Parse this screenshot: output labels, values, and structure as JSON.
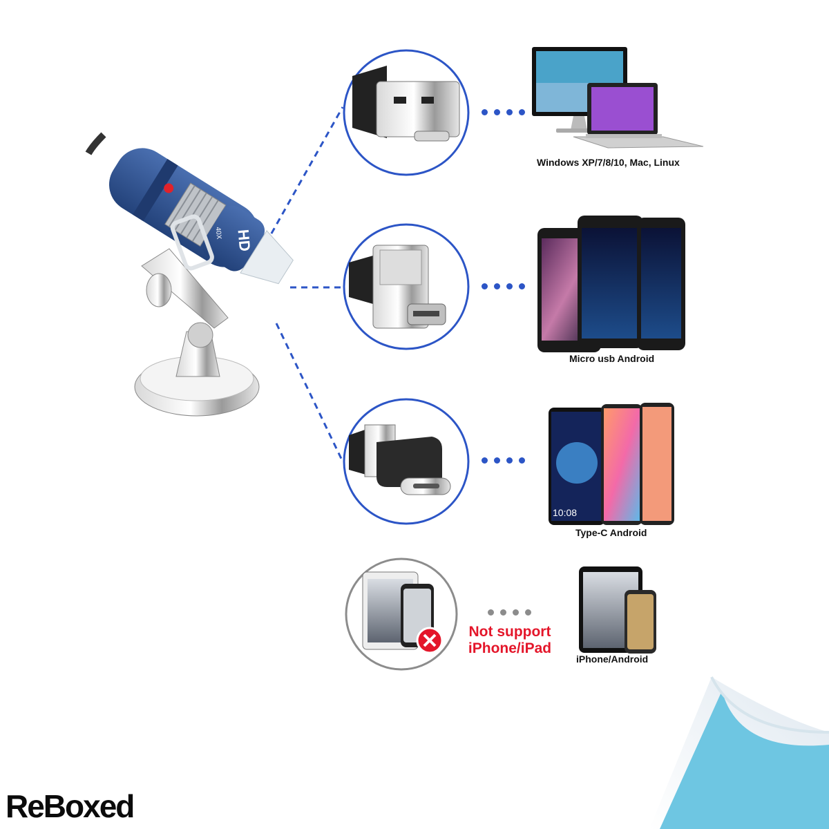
{
  "targets": [
    {
      "label": "Windows XP/7/8/10, Mac, Linux",
      "connector_icon": "usb-a-connector-icon",
      "device_icon": "desktop-laptop-icon"
    },
    {
      "label": "Micro usb Android",
      "connector_icon": "micro-usb-adapter-icon",
      "device_icon": "android-phones-icon"
    },
    {
      "label": "Type-C Android",
      "connector_icon": "type-c-adapter-icon",
      "device_icon": "type-c-phones-icon"
    },
    {
      "label": "iPhone/Android",
      "connector_icon": "iphone-ipad-crossed-icon",
      "device_icon": "iphone-ipad-icon"
    }
  ],
  "warning": {
    "line1": "Not support",
    "line2": "iPhone/iPad"
  },
  "microscope": {
    "badge": "HD",
    "zoom": "40X"
  },
  "phone_clock": "10:08",
  "brand": "ReBoxed",
  "colors": {
    "accent": "#2c55c6",
    "microscope_blue": "#2b4f8f",
    "warning": "#e4162a",
    "corner": "#6ec6e2"
  }
}
